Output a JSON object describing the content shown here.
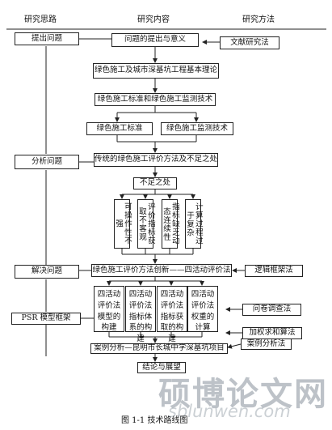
{
  "header": {
    "col1": "研究思路",
    "col2": "研究内容",
    "col3": "研究方法"
  },
  "left": {
    "raise": "提出问题",
    "analyze": "分析问题",
    "solve": "解决问题",
    "psr": "PSR 模型框架"
  },
  "right": {
    "literature": "文献研究法",
    "logic": "逻辑框架法",
    "questionnaire": "问卷调查法",
    "weighting": "加权求和算法",
    "case": "案例分析法"
  },
  "center": {
    "b1": "问题的提出与意义",
    "b2": "绿色施工及城市深基坑工程基本理论",
    "b3": "绿色施工标准和绿色施工监测技术",
    "b4a": "绿色施工标准",
    "b4b": "绿色施工监测技术",
    "b5": "传统的绿色施工评价方法及不足之处",
    "b6": "不足之处",
    "d1": "可操作性不强",
    "d2": "评价指标获取不客观",
    "d3": "指标缺乏动态连续性",
    "d4": "计算过程过于复杂",
    "b7": "绿色施工评价方法创新——四活动评价法",
    "f1": "四活动评价法模型的构建",
    "f2": "四活动评价法指标体系的构建",
    "f3": "四活动评价法指标获取的构建",
    "f4": "四活动评价法权重的计算",
    "b8": "案例分析—昆明市长城中学深基坑项目",
    "b9": "结论与展望"
  },
  "caption": "图 1-1 技术路线图",
  "watermark": {
    "cn": "硕博论文网",
    "url": "sblunwen.com"
  }
}
